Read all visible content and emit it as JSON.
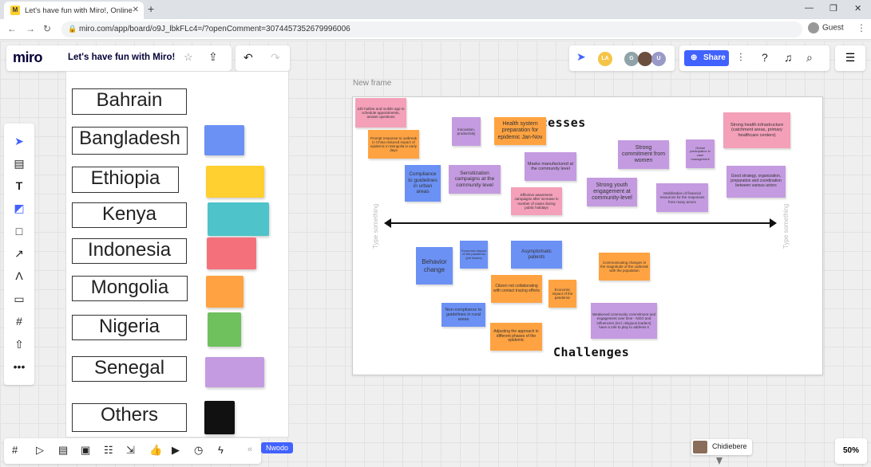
{
  "browser": {
    "tab_title": "Let's have fun with Miro!, Online",
    "tab_favicon": "M",
    "new_tab": "+",
    "url": "miro.com/app/board/o9J_lbkFLc4=/?openComment=3074457352679996006",
    "profile": "Guest"
  },
  "header": {
    "logo": "miro",
    "board_title": "Let's have fun with Miro!",
    "share_label": "Share"
  },
  "collaborators": [
    {
      "initials": "LA",
      "color": "#f6c445"
    },
    {
      "initials": "G",
      "color": "#8fa3a8"
    },
    {
      "initials": "",
      "color": "#6b4e3d"
    },
    {
      "initials": "U",
      "color": "#9a9ac8"
    }
  ],
  "legend": [
    {
      "label": "Bahrain",
      "color": ""
    },
    {
      "label": "Bangladesh",
      "color": "#6c91f5"
    },
    {
      "label": "Ethiopia",
      "color": "#ffd02f"
    },
    {
      "label": "Kenya",
      "color": "#4ec3c9"
    },
    {
      "label": "Indonesia",
      "color": "#f4707b"
    },
    {
      "label": "Mongolia",
      "color": "#ffa342"
    },
    {
      "label": "Nigeria",
      "color": "#6ec15d"
    },
    {
      "label": "Senegal",
      "color": "#c49be0"
    },
    {
      "label": "Others",
      "color": "#111111"
    }
  ],
  "frame": {
    "label": "New frame",
    "successes_heading": "Successes",
    "challenges_heading": "Challenges",
    "left_axis_label": "Type something",
    "right_axis_label": "Type something"
  },
  "notes": {
    "n1": "24h hotline and mobile app to schedule appointments, answer questions",
    "n2": "Prompt response to outbreak in China reduced impact of epidemic in Mongolia in early days",
    "n3": "Innovation, productivity",
    "n4": "Health system preparation for epidemic Jan-Nov",
    "n5": "Compliance to guidelines in urban areas",
    "n6": "Sensitization campaigns at the community level",
    "n7": "Masks manufactured at the community level",
    "n8": "Strong commitment from women",
    "n9": "Global participation in case management",
    "n10": "Strong health infrastructure (catchment areas, primary healthcare centers)",
    "n11": "Effective awareness campaigns after increase in number of cases during public holidays",
    "n12": "Strong youth engagement at community-level",
    "n13": "Mobilization of financial resources for the responses from many actors",
    "n14": "Good strategy, organization, preparation and coordination between various actors",
    "c1": "Behavior change",
    "c2": "Economic impact of the pandemic (job losses)",
    "c3": "Asymptomatic patients",
    "c4": "Communicating changes in the magnitude of the outbreak with the population",
    "c5": "Citizen not collaborating with contact tracing efforts",
    "c6": "Economic impact of the pandemic",
    "c7": "Non-compliance to guidelines in rural areas",
    "c8": "Adjusting the approach in different phases of the epidemic",
    "c9": "Weakened community commitment and engagement over time - NGO and influencers (incl. religious leaders) have a role to play to address it"
  },
  "cursor_user": "Chidiebere",
  "cursor_tag": "Nwodo",
  "zoom": "50%",
  "icons": [
    "back-icon",
    "forward-icon",
    "reload-icon",
    "lock-icon",
    "star-icon",
    "export-icon",
    "undo-icon",
    "redo-icon",
    "share-globe-icon",
    "settings-sliders-icon",
    "help-icon",
    "bell-icon",
    "search-icon",
    "panel-icon",
    "select-icon",
    "templates-icon",
    "text-icon",
    "sticky-note-icon",
    "shape-icon",
    "connector-icon",
    "pen-icon",
    "comment-icon",
    "frame-icon",
    "upload-icon",
    "more-icon"
  ]
}
